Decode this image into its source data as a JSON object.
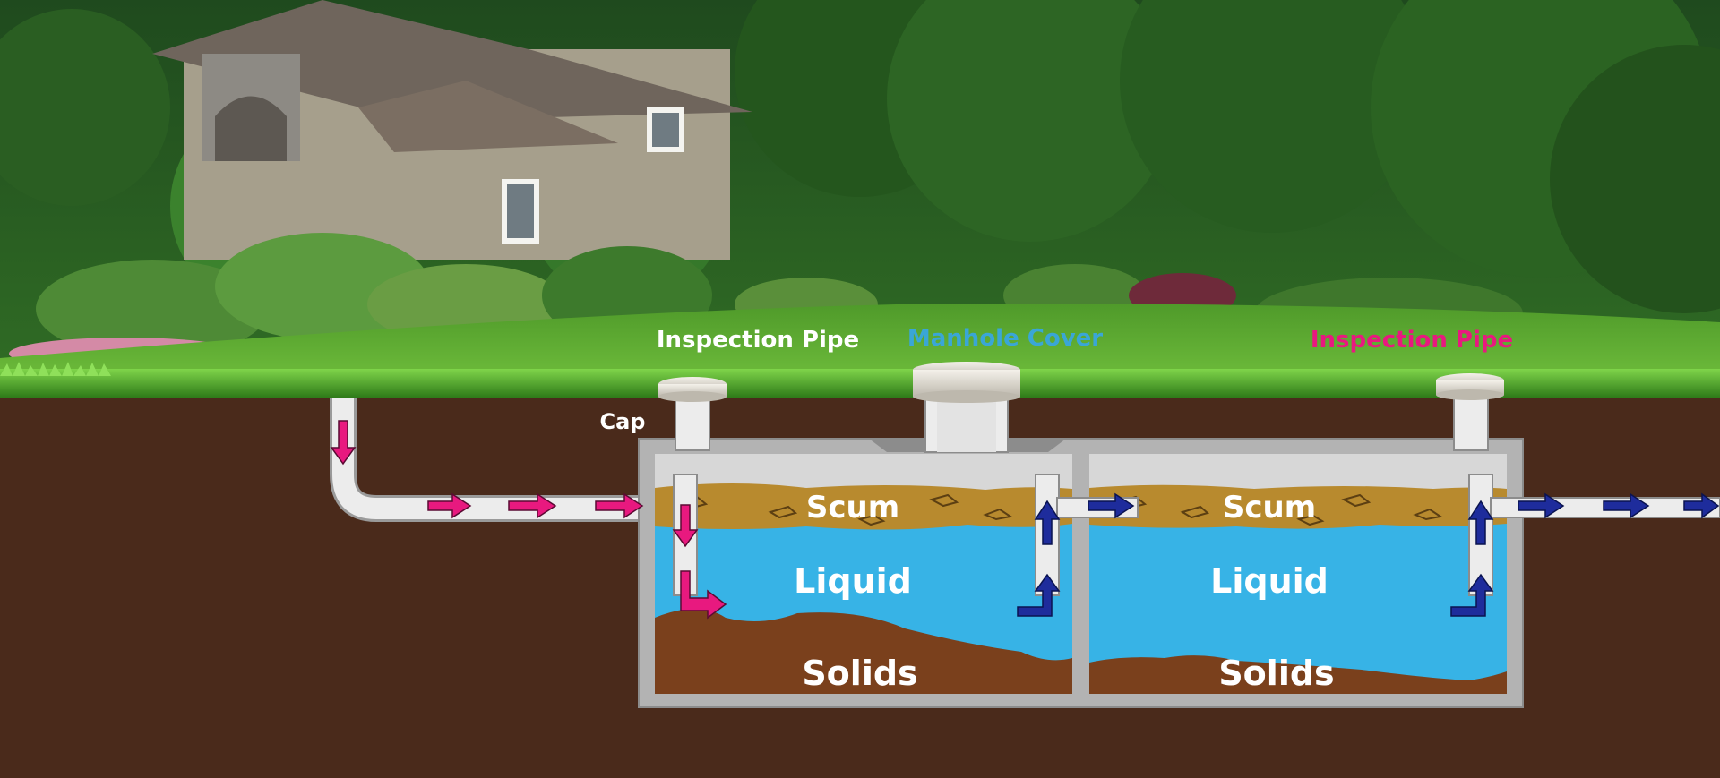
{
  "labels": {
    "inspection_pipe_left": "Inspection Pipe",
    "manhole_cover": "Manhole Cover",
    "inspection_pipe_right": "Inspection Pipe",
    "cap": "Cap"
  },
  "tank_1": {
    "scum": "Scum",
    "liquid": "Liquid",
    "solids": "Solids"
  },
  "tank_2": {
    "scum": "Scum",
    "liquid": "Liquid",
    "solids": "Solids"
  },
  "colors": {
    "soil": "#4a2a1b",
    "scum": "#b88a2e",
    "liquid": "#37b3e6",
    "solids": "#7a401c",
    "tank_wall": "#b3b3b3",
    "pipe": "#ececec",
    "inflow_arrow": "#e8197f",
    "outflow_arrow": "#1e2c9c",
    "label_white": "#ffffff",
    "label_blue": "#3aa6d6",
    "label_pink": "#e8197f"
  }
}
